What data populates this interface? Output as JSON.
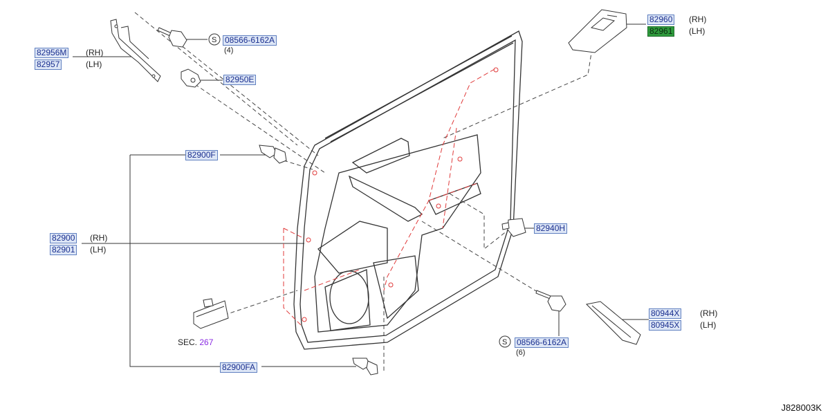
{
  "parts": {
    "p82960": "82960",
    "p82961": "82961",
    "p82956M": "82956M",
    "p82957": "82957",
    "p08566_top": "08566-6162A",
    "p82950E": "82950E",
    "p82900F": "82900F",
    "p82900": "82900",
    "p82901": "82901",
    "p82940H": "82940H",
    "p80944X": "80944X",
    "p80945X": "80945X",
    "p08566_bottom": "08566-6162A",
    "p82900FA": "82900FA"
  },
  "sides": {
    "rh": "(RH)",
    "lh": "(LH)"
  },
  "qty": {
    "top": "(4)",
    "bottom": "(6)"
  },
  "screw_symbol": "S",
  "section": {
    "prefix": "SEC.",
    "number": "267"
  },
  "reference_code": "J828003K",
  "colors": {
    "part_link": "#1a2f8f",
    "part_bg": "#dde6f6",
    "selected_bg": "#2e9a3c",
    "section_link": "#8a2be2",
    "phantom_red": "#e03a3a"
  },
  "selected_part": "82961"
}
